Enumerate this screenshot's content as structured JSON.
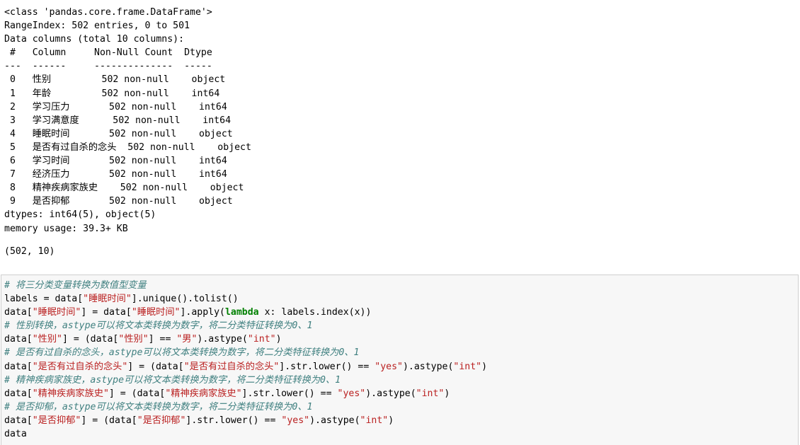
{
  "info_output": [
    "<class 'pandas.core.frame.DataFrame'>",
    "RangeIndex: 502 entries, 0 to 501",
    "Data columns (total 10 columns):",
    " #   Column     Non-Null Count  Dtype ",
    "---  ------     --------------  ----- ",
    " 0   性别         502 non-null    object",
    " 1   年龄         502 non-null    int64 ",
    " 2   学习压力       502 non-null    int64 ",
    " 3   学习满意度      502 non-null    int64 ",
    " 4   睡眠时间       502 non-null    object",
    " 5   是否有过自杀的念头  502 non-null    object",
    " 6   学习时间       502 non-null    int64 ",
    " 7   经济压力       502 non-null    int64 ",
    " 8   精神疾病家族史    502 non-null    object",
    " 9   是否抑郁       502 non-null    object",
    "dtypes: int64(5), object(5)",
    "memory usage: 39.3+ KB"
  ],
  "shape_output": "(502, 10)",
  "code": {
    "c1": "# 将三分类变量转换为数值型变量",
    "l2a": "labels = data[",
    "l2s": "\"睡眠时间\"",
    "l2b": "].unique().tolist()",
    "l3a": "data[",
    "l3s1": "\"睡眠时间\"",
    "l3b": "] = data[",
    "l3s2": "\"睡眠时间\"",
    "l3c": "].apply(",
    "l3kw": "lambda",
    "l3d": " x: labels.index(x))",
    "c4": "# 性别转换，astype可以将文本类转换为数字，将二分类特征转换为0、1",
    "l5a": "data[",
    "l5s1": "\"性别\"",
    "l5b": "] = (data[",
    "l5s2": "\"性别\"",
    "l5c": "] == ",
    "l5s3": "\"男\"",
    "l5d": ").astype(",
    "l5s4": "\"int\"",
    "l5e": ")",
    "c6": "# 是否有过自杀的念头，astype可以将文本类转换为数字，将二分类特征转换为0、1",
    "l7a": "data[",
    "l7s1": "\"是否有过自杀的念头\"",
    "l7b": "] = (data[",
    "l7s2": "\"是否有过自杀的念头\"",
    "l7c": "].str.lower() == ",
    "l7s3": "\"yes\"",
    "l7d": ").astype(",
    "l7s4": "\"int\"",
    "l7e": ")",
    "c8": "# 精神疾病家族史，astype可以将文本类转换为数字，将二分类特征转换为0、1",
    "l9a": "data[",
    "l9s1": "\"精神疾病家族史\"",
    "l9b": "] = (data[",
    "l9s2": "\"精神疾病家族史\"",
    "l9c": "].str.lower() == ",
    "l9s3": "\"yes\"",
    "l9d": ").astype(",
    "l9s4": "\"int\"",
    "l9e": ")",
    "c10": "# 是否抑郁，astype可以将文本类转换为数字，将二分类特征转换为0、1",
    "l11a": "data[",
    "l11s1": "\"是否抑郁\"",
    "l11b": "] = (data[",
    "l11s2": "\"是否抑郁\"",
    "l11c": "].str.lower() == ",
    "l11s3": "\"yes\"",
    "l11d": ").astype(",
    "l11s4": "\"int\"",
    "l11e": ")",
    "l12": "data"
  }
}
